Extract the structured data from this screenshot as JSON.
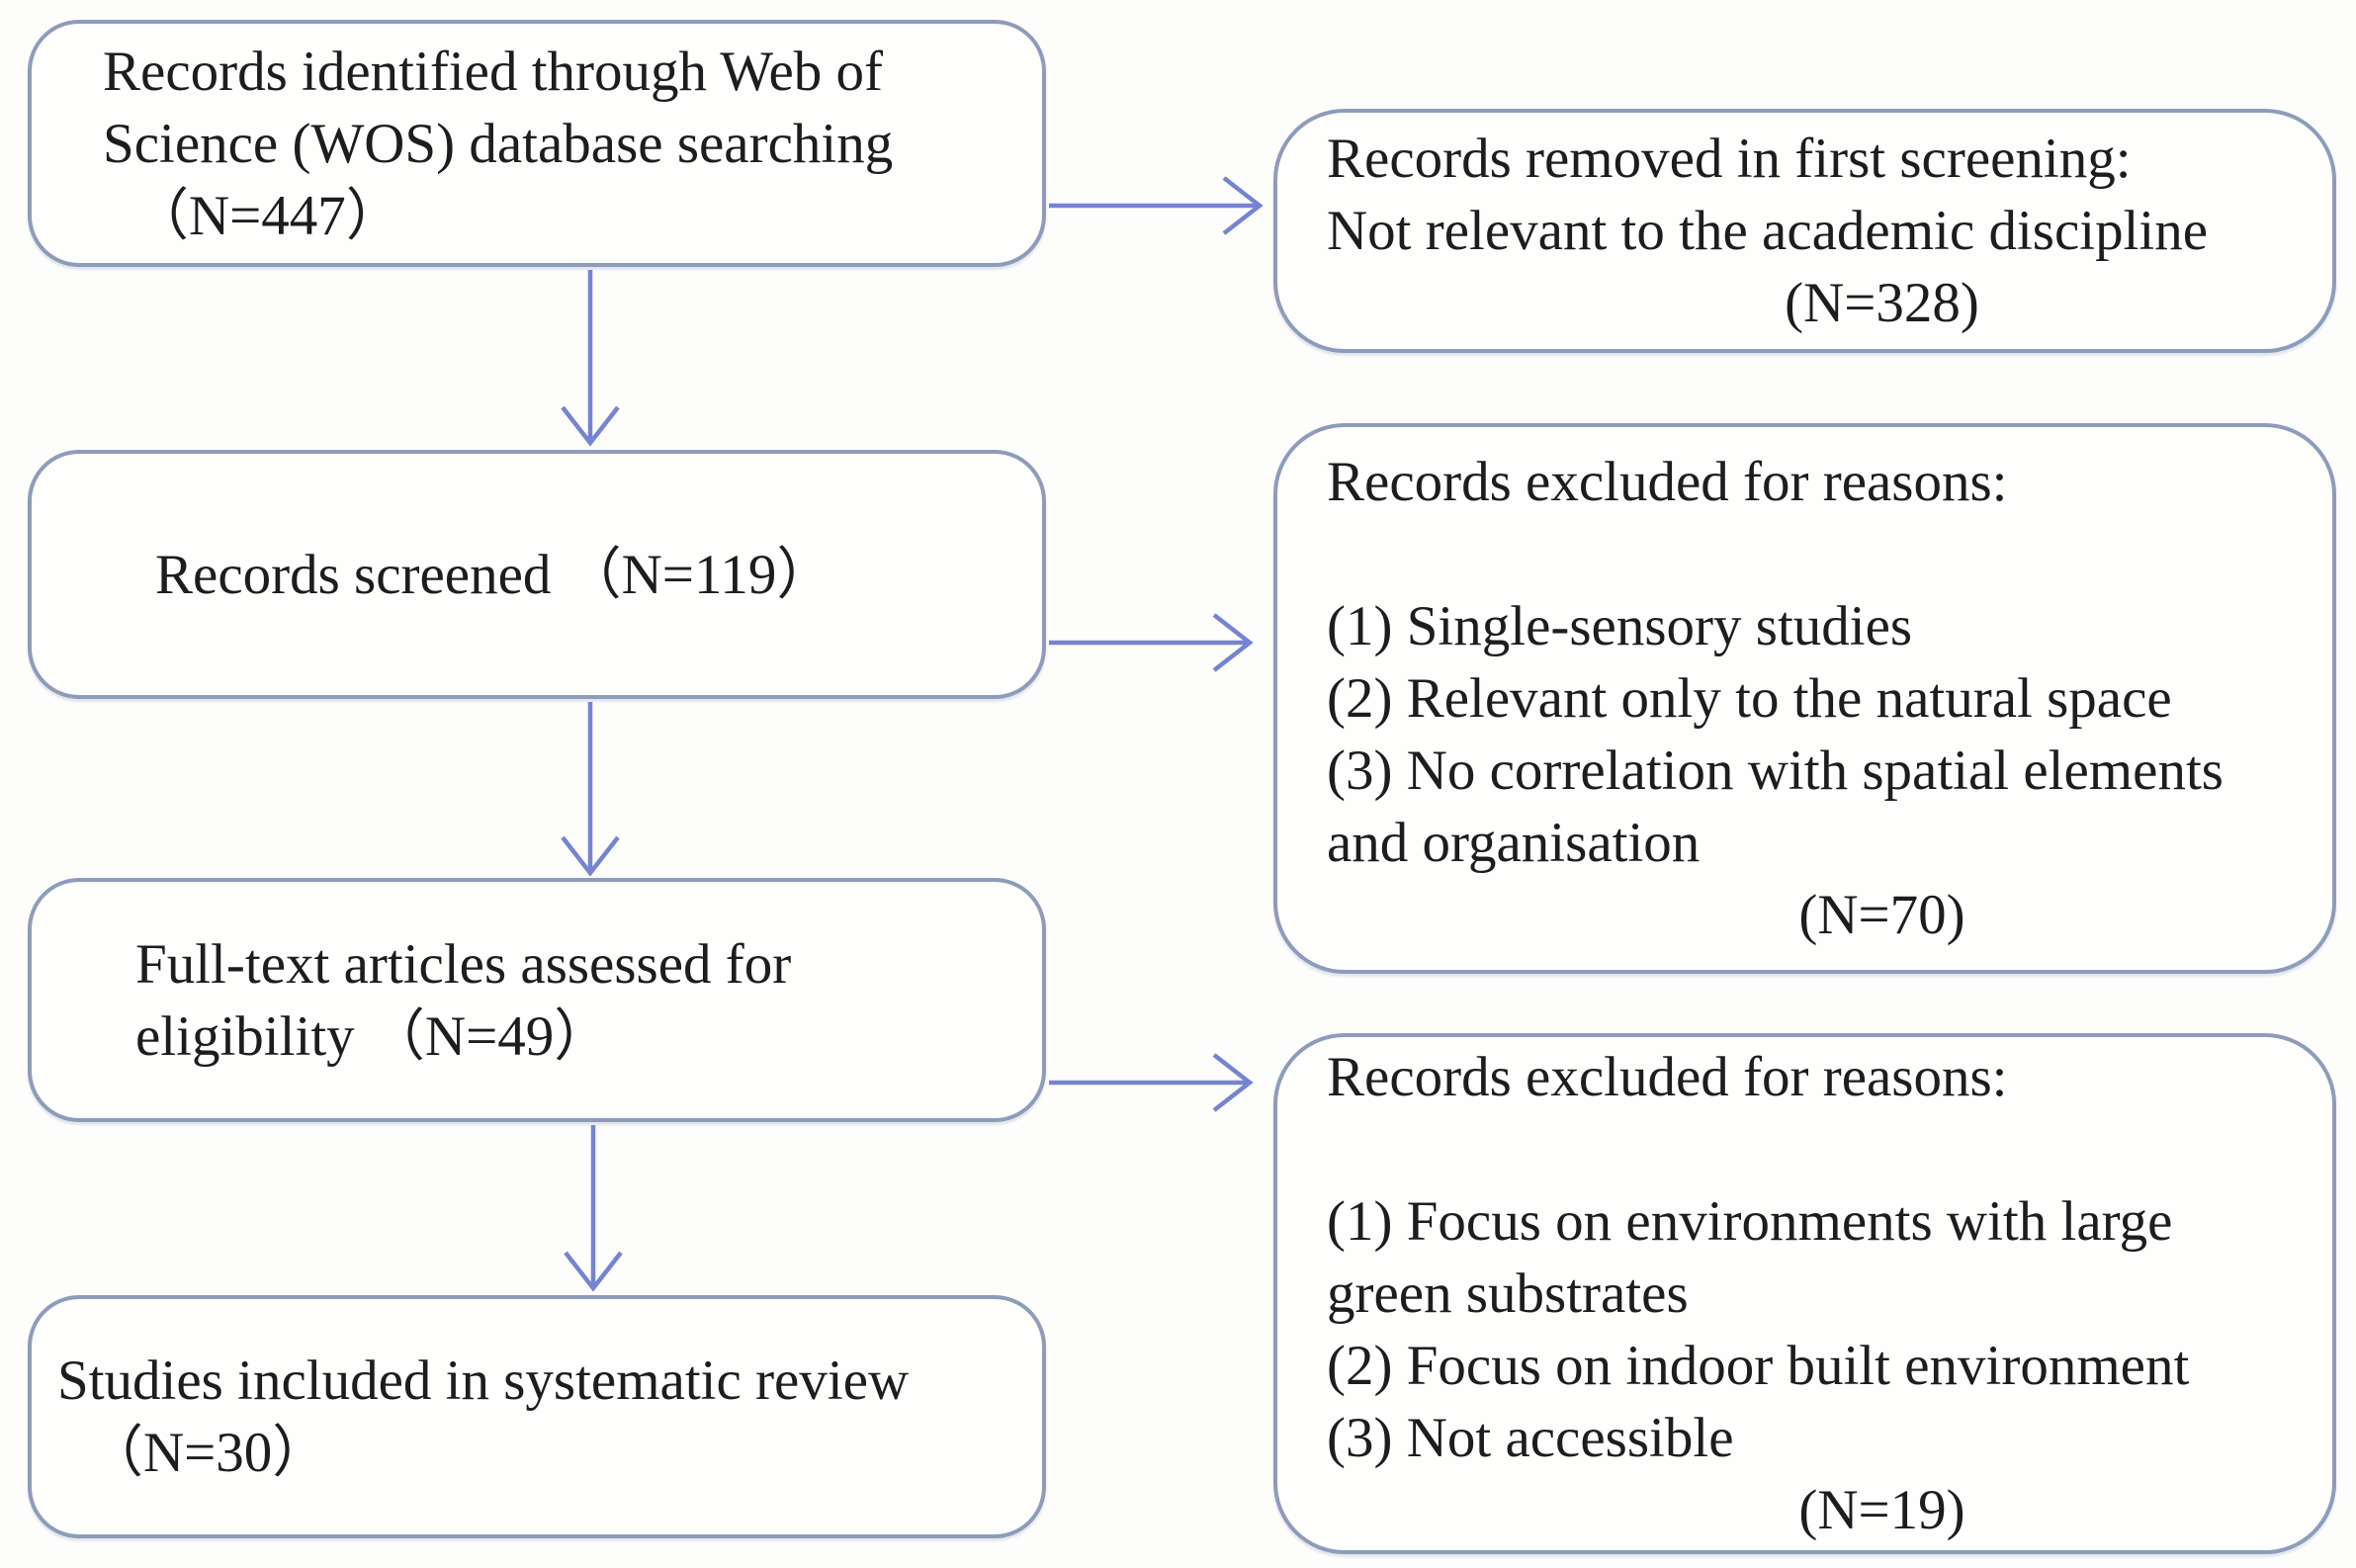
{
  "diagram": {
    "type": "prisma-flowchart",
    "left_boxes": [
      {
        "id": "records-identified",
        "lines": [
          "Records identified through Web of",
          "Science (WOS) database searching",
          "（N=447）"
        ],
        "n_value": 447
      },
      {
        "id": "records-screened",
        "lines": [
          "Records screened （N=119）"
        ],
        "n_value": 119
      },
      {
        "id": "fulltext-assessed",
        "lines": [
          "Full-text articles assessed for",
          "eligibility （N=49）"
        ],
        "n_value": 49
      },
      {
        "id": "studies-included",
        "lines": [
          "Studies included in systematic review",
          "（N=30）"
        ],
        "n_value": 30
      }
    ],
    "right_boxes": [
      {
        "id": "removed-first-screening",
        "lines": [
          "Records removed in first screening:",
          "Not relevant to the academic discipline",
          "(N=328)"
        ],
        "n_value": 328
      },
      {
        "id": "excluded-after-screening",
        "lines": [
          "Records excluded for reasons:",
          "",
          "(1) Single-sensory studies",
          "(2) Relevant only to the natural space",
          "(3) No correlation with spatial elements",
          "and organisation",
          "(N=70)"
        ],
        "n_value": 70
      },
      {
        "id": "excluded-after-fulltext",
        "lines": [
          "Records excluded for reasons:",
          "",
          "(1) Focus on environments with large",
          "green substrates",
          "(2) Focus on indoor built environment",
          "(3) Not accessible",
          "(N=19)"
        ],
        "n_value": 19
      }
    ],
    "colors": {
      "box_border": "#8e9cbb",
      "arrow": "#7584d2",
      "text": "#1d1d1f",
      "background": "#fdfdfb"
    }
  }
}
